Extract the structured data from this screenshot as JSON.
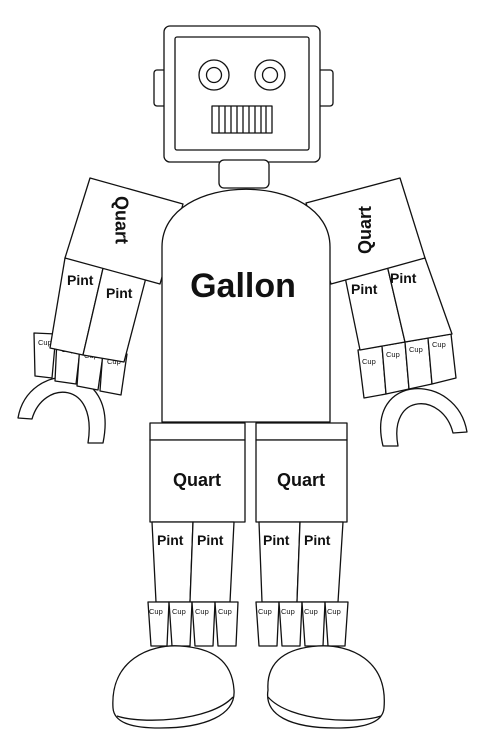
{
  "diagram": {
    "body_label": "Gallon",
    "quart_label": "Quart",
    "pint_label": "Pint",
    "cup_label": "Cup",
    "line_color": "#111111",
    "fill_color": "#ffffff"
  }
}
